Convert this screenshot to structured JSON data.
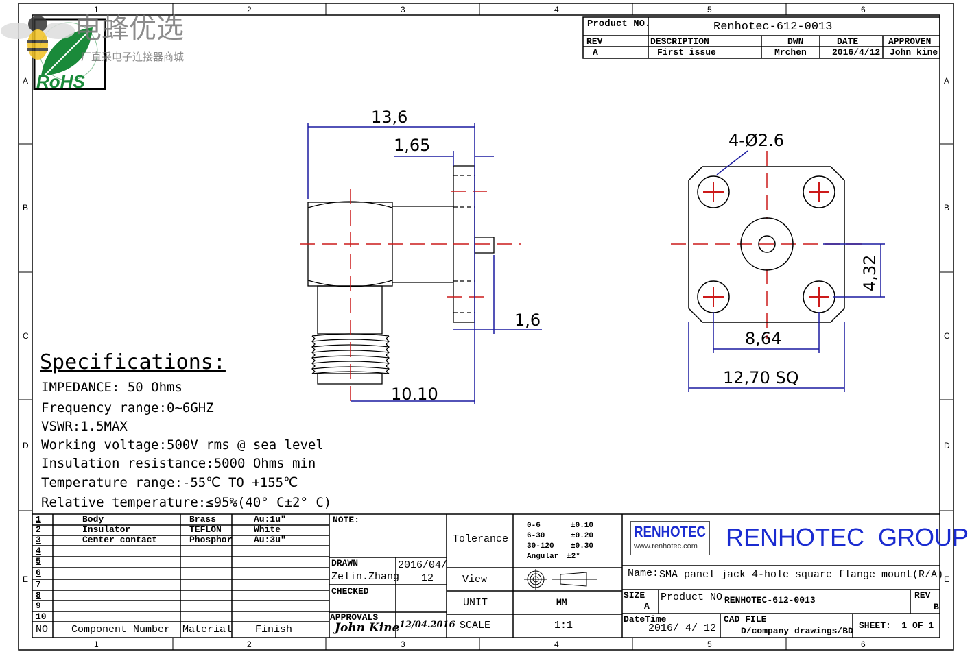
{
  "logo": {
    "watermark_title": "电蜂优选",
    "watermark_subtitle": "厂直采电子连接器商城",
    "rohs": "RoHS"
  },
  "column_markers": [
    "1",
    "2",
    "3",
    "4",
    "5",
    "6"
  ],
  "row_markers": [
    "A",
    "B",
    "C",
    "D",
    "E"
  ],
  "revision_block": {
    "product_no_label": "Product NO.",
    "product_no": "Renhotec-612-0013",
    "headers": [
      "REV",
      "DESCRIPTION",
      "DWN",
      "DATE",
      "APPROVEN"
    ],
    "row": [
      "A",
      "First issue",
      "Mrchen",
      "2016/4/12",
      "John kine"
    ]
  },
  "dimensions": {
    "overall_length": "13,6",
    "flange_offset": "1,65",
    "pin_length": "1,6",
    "axis_to_flange": "10.10",
    "holes": "4-Ø2.6",
    "half_spacing": "4,32",
    "hole_spacing": "8,64",
    "flange_size": "12,70 SQ"
  },
  "specifications": {
    "title": "Specifications:",
    "lines": [
      "IMPEDANCE: 50 Ohms",
      "Frequency range:0~6GHZ",
      "VSWR:1.5MAX",
      "Working voltage:500V rms @ sea level",
      "Insulation resistance:5000 Ohms min",
      "Temperature range:-55℃ TO +155℃",
      "Relative temperature:≤95%(40° C±2° C)"
    ]
  },
  "parts_table": {
    "headers": [
      "NO",
      "Component Number",
      "Material",
      "Finish"
    ],
    "rows": [
      [
        "1",
        "Body",
        "Brass",
        "Au:1u\""
      ],
      [
        "2",
        "Insulator",
        "TEFLON",
        "White"
      ],
      [
        "3",
        "Center contact",
        "Phosphor",
        "Au:3u\""
      ],
      [
        "4",
        "",
        "",
        ""
      ],
      [
        "5",
        "",
        "",
        ""
      ],
      [
        "6",
        "",
        "",
        ""
      ],
      [
        "7",
        "",
        "",
        ""
      ],
      [
        "8",
        "",
        "",
        ""
      ],
      [
        "9",
        "",
        "",
        ""
      ],
      [
        "10",
        "",
        "",
        ""
      ]
    ]
  },
  "notes_block": {
    "note_label": "NOTE:",
    "drawn_label": "DRAWN",
    "drawn_by": "Zelin.Zhang",
    "drawn_date_1": "2016/04/",
    "drawn_date_2": "12",
    "checked_label": "CHECKED",
    "approvals_label": "APPROVALS",
    "approver_signature": "John Kine",
    "approval_date": "12/04.2016"
  },
  "tolerance_block": {
    "tolerance_label": "Tolerance",
    "tolerances": [
      [
        "0-6",
        "±0.10"
      ],
      [
        "6-30",
        "±0.20"
      ],
      [
        "30-120",
        "±0.30"
      ],
      [
        "Angular",
        "±2°"
      ]
    ],
    "view_label": "View",
    "unit_label": "UNIT",
    "unit": "MM",
    "scale_label": "SCALE",
    "scale": "1:1"
  },
  "company_block": {
    "logo_text": "RENHOTEC",
    "logo_url_text": "www.renhotec.com",
    "company": "RENHOTEC  GROUP",
    "name_label": "Name:",
    "name": "SMA panel jack 4-hole square flange mount(R/A)",
    "size_label": "SIZE",
    "size": "A",
    "product_no_label": "Product NO.",
    "product_no": "RENHOTEC-612-0013",
    "rev_label": "REV",
    "rev": "B",
    "datetime_label": "DateTime",
    "datetime": "2016/ 4/ 12",
    "cad_label": "CAD FILE",
    "cad_path": "D/company drawings/BD",
    "sheet": "SHEET:  1 OF 1"
  },
  "colors": {
    "dimension": "#1a1aa0",
    "centerline": "#cc1a1a",
    "brand_blue": "#1a2bd0",
    "brand_red": "#d01a1a",
    "rohs_green": "#1a8a3a"
  }
}
